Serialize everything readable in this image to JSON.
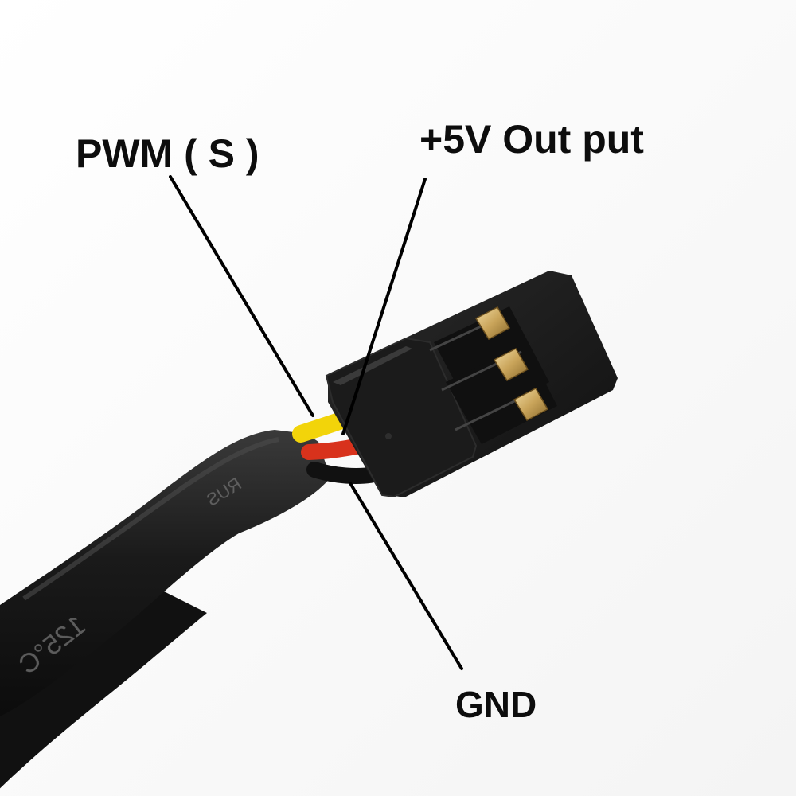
{
  "labels": {
    "pwm": "PWM ( S )",
    "vout": "+5V Out put",
    "gnd": "GND"
  },
  "sleeve_print": {
    "brand_fragment": "RUS",
    "temperature": "125°C"
  },
  "wires": [
    {
      "role": "signal",
      "color": "#f2d40a"
    },
    {
      "role": "power",
      "color": "#d8321c"
    },
    {
      "role": "ground",
      "color": "#111111"
    }
  ],
  "colors": {
    "background": "#fdfdfd",
    "connector": "#151515",
    "pin_contact": "#c9a45a",
    "pointer_line": "#000000"
  }
}
